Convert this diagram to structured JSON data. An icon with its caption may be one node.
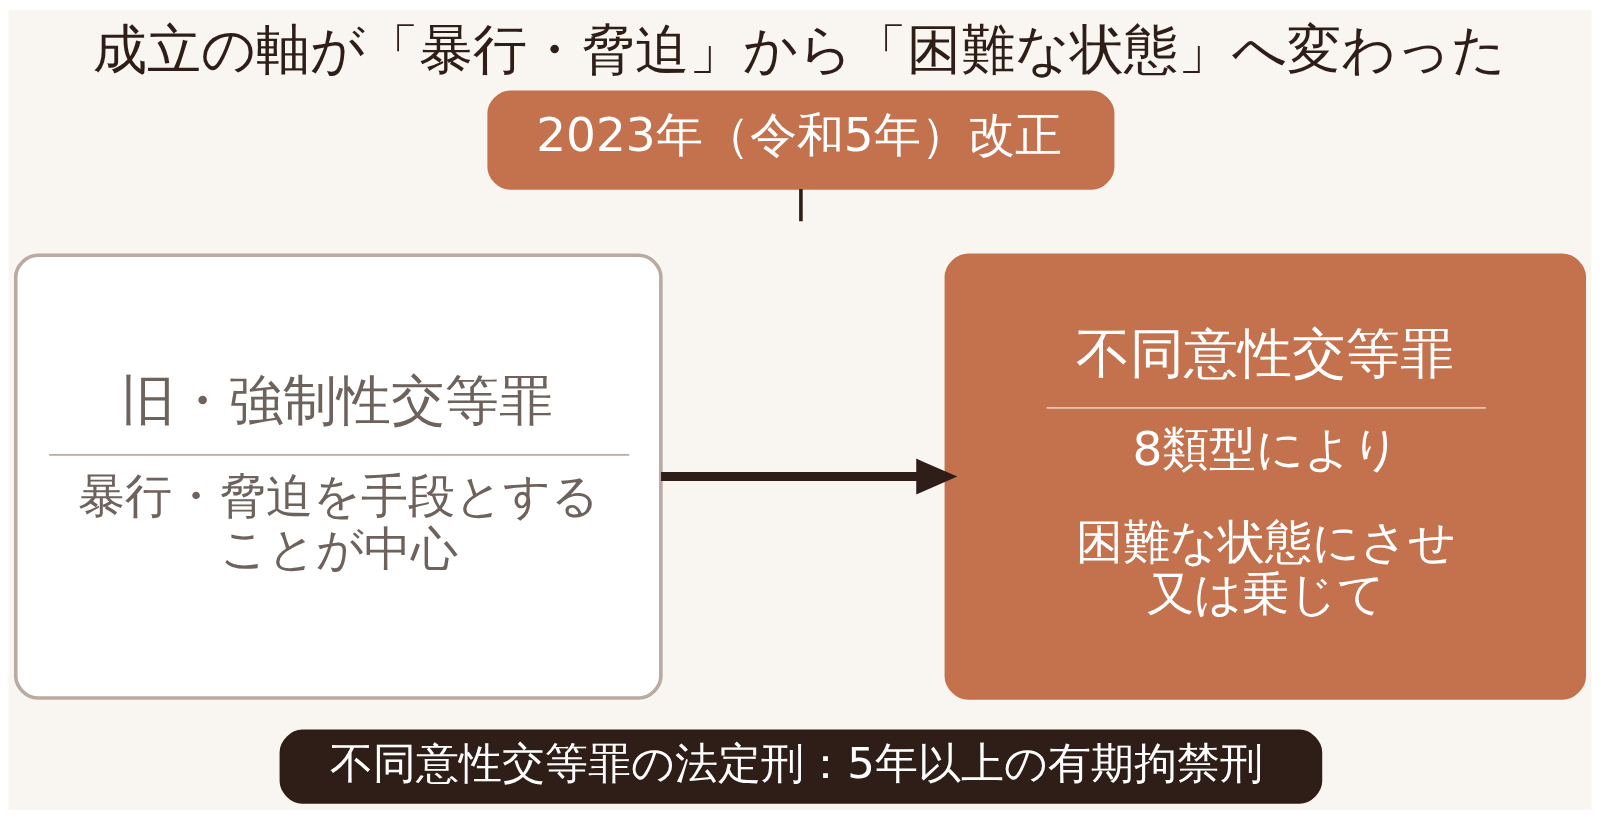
{
  "diagram": {
    "title": "成立の軸が「暴行・脅迫」から「困難な状態」へ変わった",
    "nodes": [
      {
        "text": [
          "2023年（令和5年）改正"
        ]
      },
      {
        "text": [
          "旧・強制性交等罪",
          "暴行・脅迫を手段とすることが中心"
        ]
      },
      {
        "text": [
          "不同意性交等罪",
          "8類型により",
          "困難な状態にさせ又は乗じて"
        ]
      },
      {
        "text": [
          "不同意性交等罪の法定刑：5年以上の有期拘禁刑"
        ]
      }
    ],
    "edges": [
      {
        "from": 0,
        "to": null,
        "arrow": "none"
      },
      {
        "from": 1,
        "to": 2,
        "arrow": "to",
        "style": "thick"
      }
    ]
  }
}
